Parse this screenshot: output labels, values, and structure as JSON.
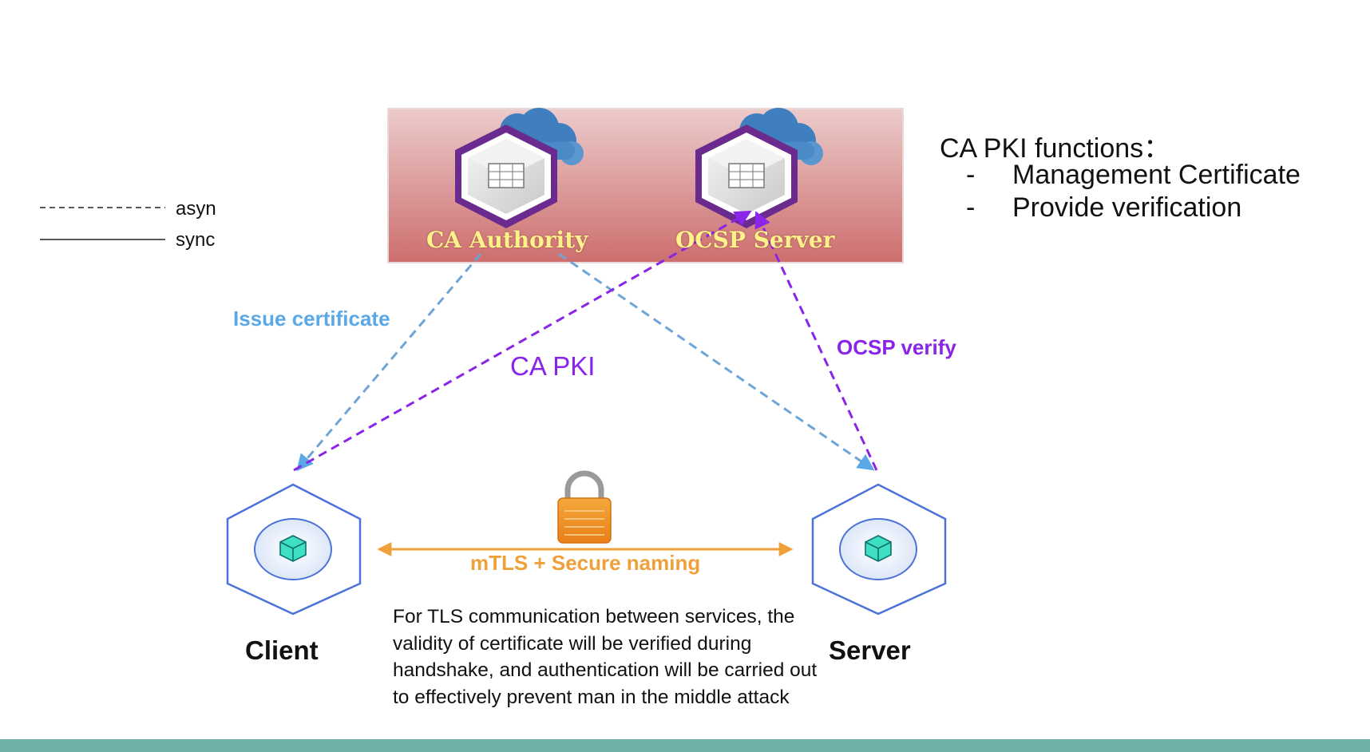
{
  "legend": {
    "async_label": "asyn",
    "sync_label": "sync"
  },
  "ca_box": {
    "ca_authority_label": "CA Authority",
    "ocsp_server_label": "OCSP Server"
  },
  "ca_functions": {
    "title": "CA PKI functions：",
    "bullet": "-",
    "items": [
      "Management Certificate",
      "Provide verification"
    ]
  },
  "edges": {
    "issue_certificate": "Issue certificate",
    "ca_pki": "CA PKI",
    "ocsp_verify": "OCSP verify",
    "mtls": "mTLS + Secure naming"
  },
  "nodes": {
    "client": "Client",
    "server": "Server"
  },
  "description": "For TLS communication between services, the validity of certificate will be verified during handshake, and authentication will be carried out to effectively prevent man in the middle attack",
  "colors": {
    "issue_blue": "#5aa8e6",
    "pki_purple": "#8a24e8",
    "mtls_orange": "#f0a03a",
    "ca_box_top": "#eccbcb",
    "ca_box_bottom": "#cd6e6e",
    "footer": "#6fb0a6"
  },
  "icons": {
    "server_node": "server-rack-icon",
    "cloud": "cloud-icon",
    "service_node": "cube-icon",
    "secure": "padlock-icon"
  }
}
